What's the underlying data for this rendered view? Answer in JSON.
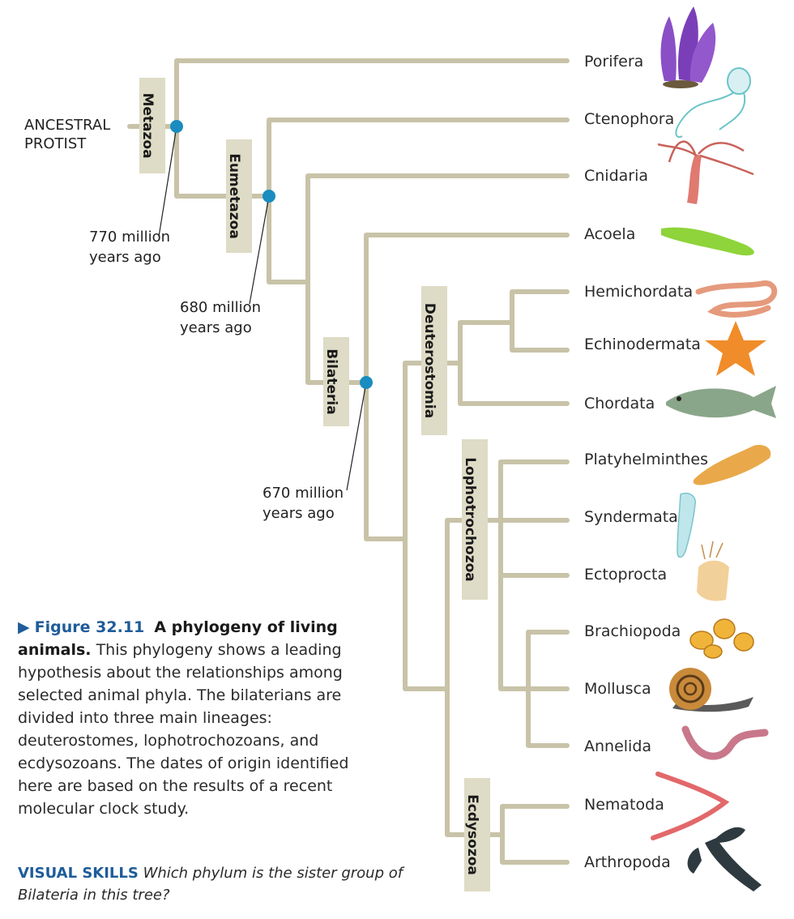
{
  "root_label": [
    "ANCESTRAL",
    "PROTIST"
  ],
  "taxa": [
    {
      "name": "Porifera",
      "icon": "sponge-icon"
    },
    {
      "name": "Ctenophora",
      "icon": "comb-jelly-icon"
    },
    {
      "name": "Cnidaria",
      "icon": "hydra-icon"
    },
    {
      "name": "Acoela",
      "icon": "acoel-worm-icon"
    },
    {
      "name": "Hemichordata",
      "icon": "acorn-worm-icon"
    },
    {
      "name": "Echinodermata",
      "icon": "sea-star-icon"
    },
    {
      "name": "Chordata",
      "icon": "fish-icon"
    },
    {
      "name": "Platyhelminthes",
      "icon": "flatworm-icon"
    },
    {
      "name": "Syndermata",
      "icon": "rotifer-icon"
    },
    {
      "name": "Ectoprocta",
      "icon": "bryozoan-icon"
    },
    {
      "name": "Brachiopoda",
      "icon": "brachiopod-icon"
    },
    {
      "name": "Mollusca",
      "icon": "snail-icon"
    },
    {
      "name": "Annelida",
      "icon": "earthworm-icon"
    },
    {
      "name": "Nematoda",
      "icon": "roundworm-icon"
    },
    {
      "name": "Arthropoda",
      "icon": "crayfish-icon"
    }
  ],
  "clades": {
    "metazoa": "Metazoa",
    "eumetazoa": "Eumetazoa",
    "bilateria": "Bilateria",
    "deuterostomia": "Deuterostomia",
    "lophotrochozoa": "Lophotrochozoa",
    "ecdysozoa": "Ecdysozoa"
  },
  "dates": {
    "metazoa": [
      "770 million",
      "years ago"
    ],
    "eumetazoa": [
      "680 million",
      "years ago"
    ],
    "bilateria": [
      "670 million",
      "years ago"
    ]
  },
  "caption": {
    "arrow": "▶",
    "figure_number": "Figure 32.11",
    "title": "A phylogeny of living animals.",
    "body": "This phylogeny shows a leading hypothesis about the relationships among selected animal phyla. The bilaterians are divided into three main lineages: deuterostomes, lophotrochozoans, and ecdysozoans. The dates of origin identified here are based on the results of a recent molecular clock study."
  },
  "visual_skills": {
    "label": "VISUAL SKILLS",
    "question": "Which phylum is the sister group of Bilateria in this tree?"
  },
  "colors": {
    "branch": "#c8c3a8",
    "node": "#1a8cc0",
    "clade_box": "#dedbc6",
    "caption_accent": "#1f5c99"
  }
}
